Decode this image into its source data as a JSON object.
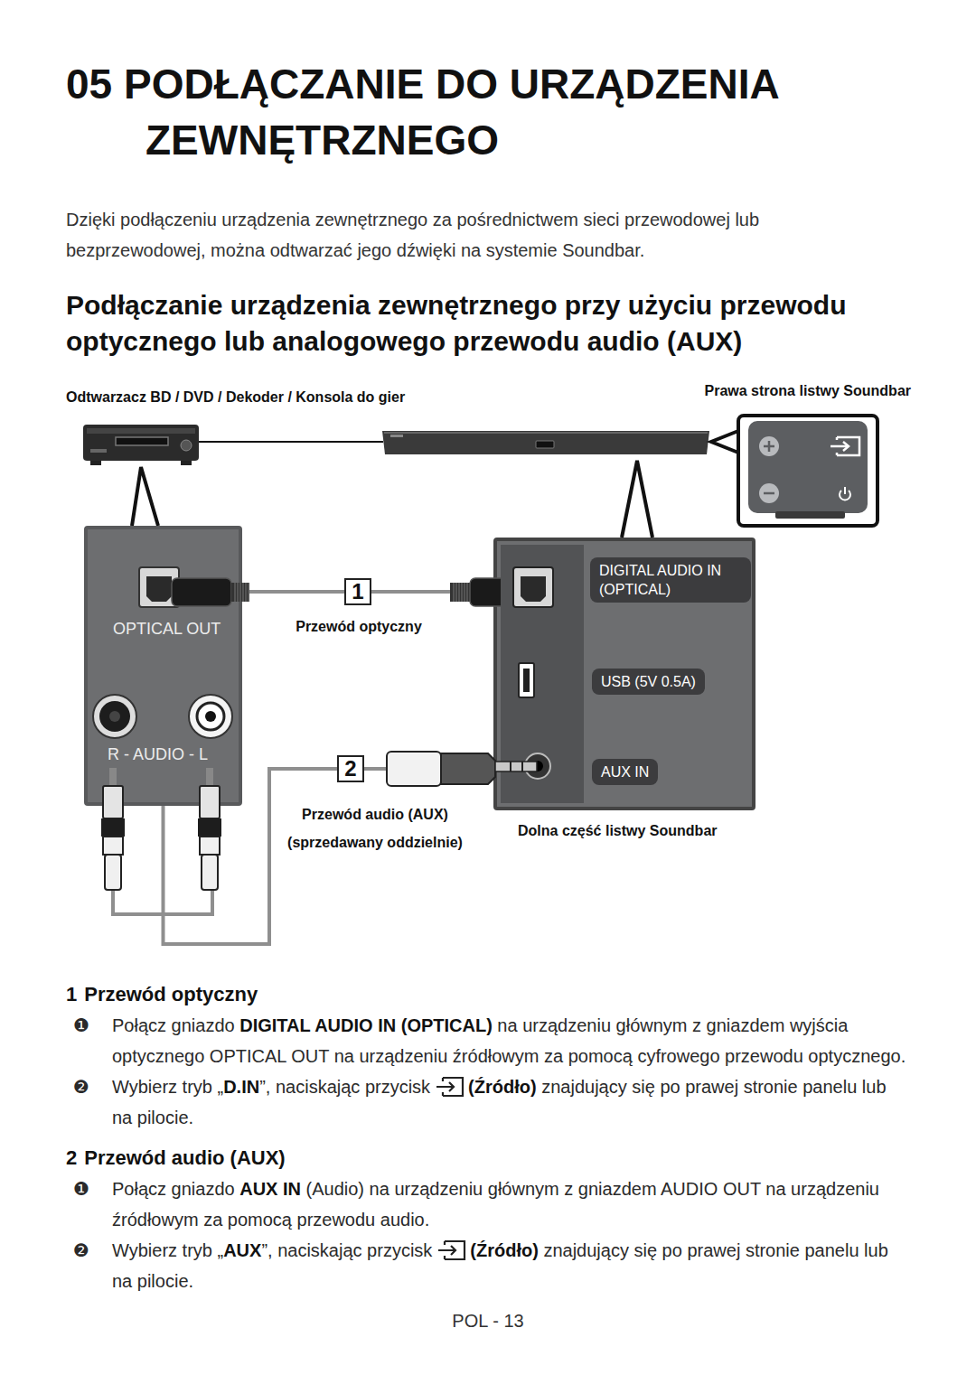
{
  "diagram": {
    "title": "05 PODŁĄCZANIE DO URZĄDZENIA ZEWNĘTRZNEGO",
    "nodes": [
      {
        "text": [
          "OPTICAL OUT",
          "R - AUDIO - L"
        ]
      },
      {
        "text": [
          "Dolna część listwy Soundbar"
        ]
      },
      {
        "text": [
          "DIGITAL AUDIO IN (OPTICAL)"
        ],
        "in": 1
      },
      {
        "text": [
          "USB (5V 0.5A)"
        ],
        "in": 1
      },
      {
        "text": [
          "AUX IN"
        ],
        "in": 1
      },
      {
        "text": [
          "Prawa strona listwy Soundbar"
        ]
      }
    ],
    "edges": [
      {
        "from": 0,
        "to": 1,
        "label": "1",
        "arrow": "none"
      },
      {
        "from": 0,
        "to": 1,
        "label": "2",
        "arrow": "none"
      }
    ],
    "labels": [
      "Dzięki podłączeniu urządzenia zewnętrznego za pośrednictwem sieci przewodowej lub bezprzewodowej, można odtwarzać jego dźwięki na systemie Soundbar.",
      "Podłączanie urządzenia zewnętrznego przy użyciu przewodu optycznego lub analogowego przewodu audio (AUX)",
      "Odtwarzacz BD / DVD / Dekoder / Konsola do gier",
      "Przewód optyczny",
      "Przewód audio (AUX)",
      "(sprzedawany oddzielnie)",
      "1",
      "Przewód optyczny",
      "❶",
      "Połącz gniazdo ",
      "DIGITAL AUDIO IN (OPTICAL)",
      " na urządzeniu głównym z gniazdem wyjścia optycznego OPTICAL OUT na urządzeniu źródłowym za pomocą cyfrowego przewodu optycznego.",
      "❷",
      "Wybierz tryb „",
      "D.IN",
      "”, naciskając przycisk",
      "(Źródło)",
      " znajdujący się po prawej stronie panelu lub na pilocie.",
      "2",
      "Przewód audio (AUX)",
      "❶",
      "Połącz gniazdo ",
      "AUX IN",
      " (Audio) na urządzeniu głównym z gniazdem AUDIO OUT na urządzeniu źródłowym za pomocą przewodu audio.",
      "❷",
      "Wybierz tryb „",
      "AUX",
      "”, naciskając przycisk",
      "(Źródło)",
      " znajdujący się po prawej stronie panelu lub na pilocie.",
      "POL - 13"
    ]
  }
}
